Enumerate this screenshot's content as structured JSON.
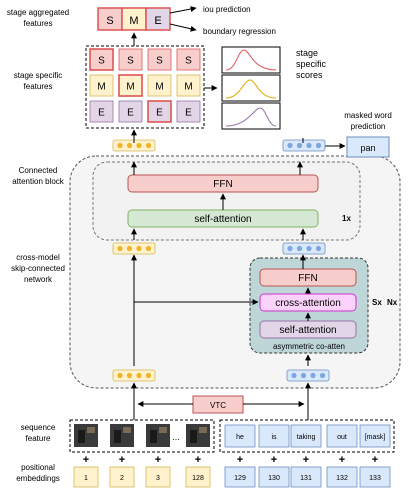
{
  "side_labels": {
    "stage_aggregated": [
      "stage aggregated",
      "features"
    ],
    "stage_specific": [
      "stage specific",
      "features"
    ],
    "connected_attention": [
      "Connected",
      "attention block"
    ],
    "cross_model": [
      "cross-model",
      "skip-connected",
      "network"
    ],
    "sequence_feature": [
      "sequence",
      "feature"
    ],
    "positional_embeddings": [
      "positional",
      "embeddings"
    ]
  },
  "aggregated_cells": [
    "S",
    "M",
    "E"
  ],
  "stage_grid": [
    [
      "S",
      "S",
      "S",
      "S"
    ],
    [
      "M",
      "M",
      "M",
      "M"
    ],
    [
      "E",
      "E",
      "E",
      "E"
    ]
  ],
  "outputs": {
    "iou": "iou prediction",
    "boundary": "boundary regression"
  },
  "scores_label": [
    "stage",
    "specific",
    "scores"
  ],
  "masked_word": {
    "label": [
      "masked word",
      "prediction"
    ],
    "token": "pan"
  },
  "connected_block": {
    "ffn": "FFN",
    "self_attention": "self-attention",
    "repeat": "1x"
  },
  "coatten_block": {
    "ffn": "FFN",
    "cross_attention": "cross-attention",
    "self_attention": "self-attention",
    "caption": "asymmetric co-atten",
    "repeat": "Sx"
  },
  "outer_repeat": "Nx",
  "vtc": "VTC",
  "ellipsis": "...",
  "word_tokens": [
    "he",
    "is",
    "taking",
    "out",
    "[mask]"
  ],
  "plus": "+",
  "video_positions": [
    "1",
    "2",
    "3",
    "128"
  ],
  "text_positions": [
    "129",
    "130",
    "131",
    "132",
    "133"
  ],
  "colors": {
    "red_fill": "#f8cecc",
    "red_stroke": "#e05555",
    "yellow_fill": "#fff2cc",
    "yellow_stroke": "#d6b656",
    "purple_fill": "#e1d5e7",
    "purple_stroke": "#9673a6",
    "green_fill": "#d5e8d4",
    "green_stroke": "#82b366",
    "blue_fill": "#dae8fc",
    "blue_stroke": "#6c8ebf",
    "orange_dot": "#f0b429",
    "blue_dot": "#7ea6e0",
    "coatten_bg": "#bfd6d9",
    "magenta_fill": "#fbd2fb",
    "magenta_stroke": "#cc33cc"
  }
}
